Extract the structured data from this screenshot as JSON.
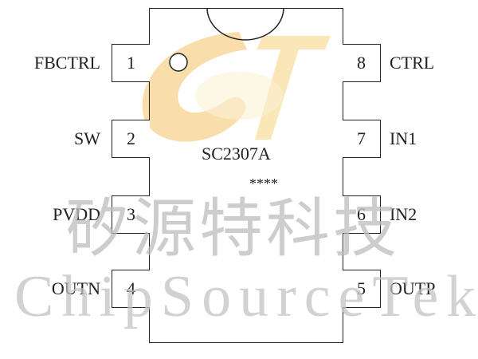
{
  "part": {
    "name": "SC2307A",
    "date_code": "****"
  },
  "pins_left": [
    {
      "number": "1",
      "label": "FBCTRL"
    },
    {
      "number": "2",
      "label": "SW"
    },
    {
      "number": "3",
      "label": "PVDD"
    },
    {
      "number": "4",
      "label": "OUTN"
    }
  ],
  "pins_right": [
    {
      "number": "8",
      "label": "CTRL"
    },
    {
      "number": "7",
      "label": "IN1"
    },
    {
      "number": "6",
      "label": "IN2"
    },
    {
      "number": "5",
      "label": "OUTP"
    }
  ],
  "watermark": {
    "chinese": "矽源特科技",
    "english": "ChipSourceTek",
    "logo_color_outer": "#f5c46a",
    "logo_color_inner": "#f6dc8e"
  }
}
